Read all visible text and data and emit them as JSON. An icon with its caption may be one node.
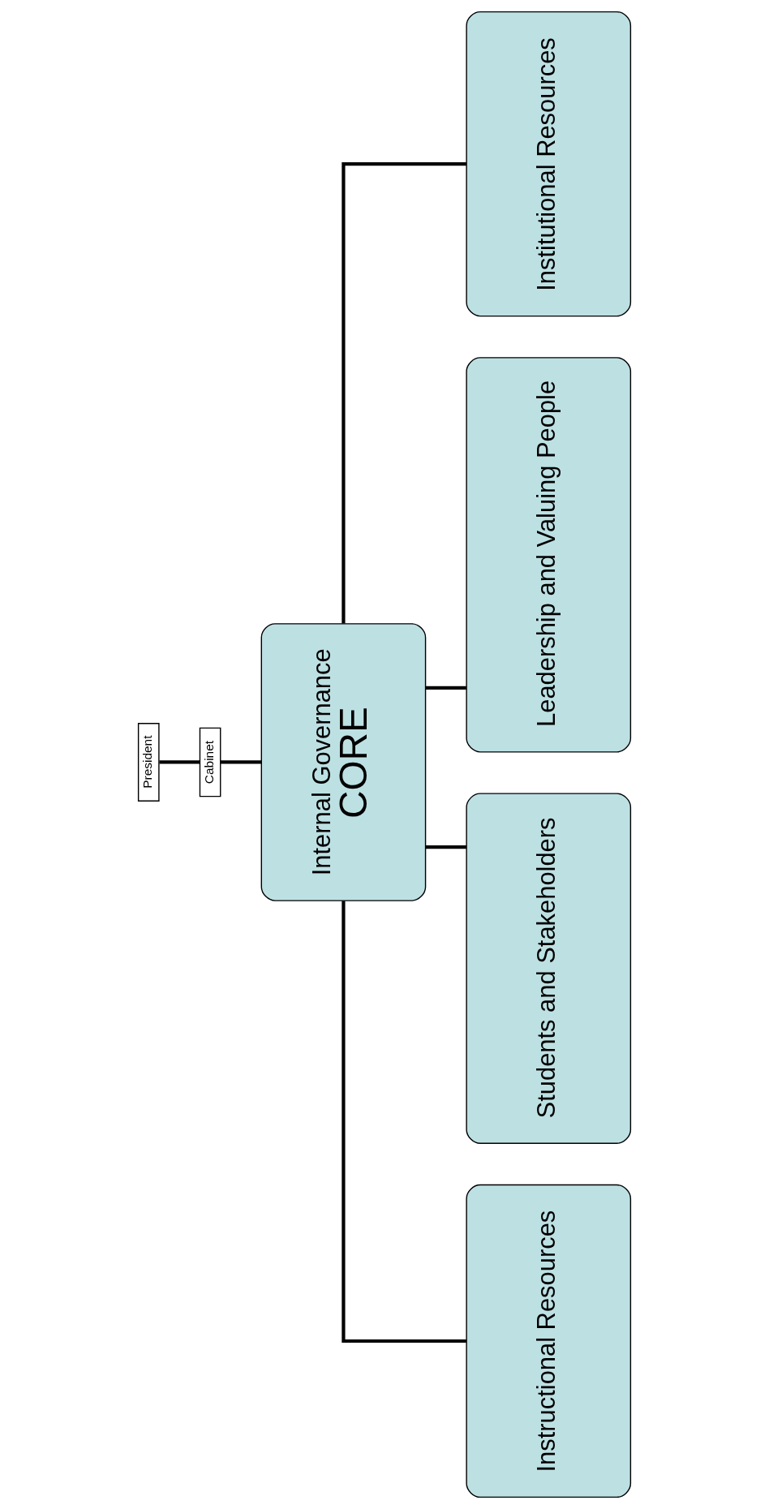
{
  "diagram": {
    "nodes": [
      {
        "text": [
          "President"
        ]
      },
      {
        "text": [
          "Cabinet"
        ]
      },
      {
        "text": [
          "Internal Governance",
          "CORE"
        ]
      },
      {
        "text": [
          "Instructional Resources"
        ]
      },
      {
        "text": [
          "Students and Stakeholders"
        ]
      },
      {
        "text": [
          "Leadership and Valuing People"
        ]
      },
      {
        "text": [
          "Institutional Resources"
        ]
      }
    ],
    "edges": [
      {
        "from": 0,
        "to": 1,
        "arrow": "none"
      },
      {
        "from": 1,
        "to": 2,
        "arrow": "none"
      },
      {
        "from": 2,
        "to": 3,
        "arrow": "none"
      },
      {
        "from": 2,
        "to": 4,
        "arrow": "none"
      },
      {
        "from": 2,
        "to": 5,
        "arrow": "none"
      },
      {
        "from": 2,
        "to": 6,
        "arrow": "none"
      }
    ]
  }
}
